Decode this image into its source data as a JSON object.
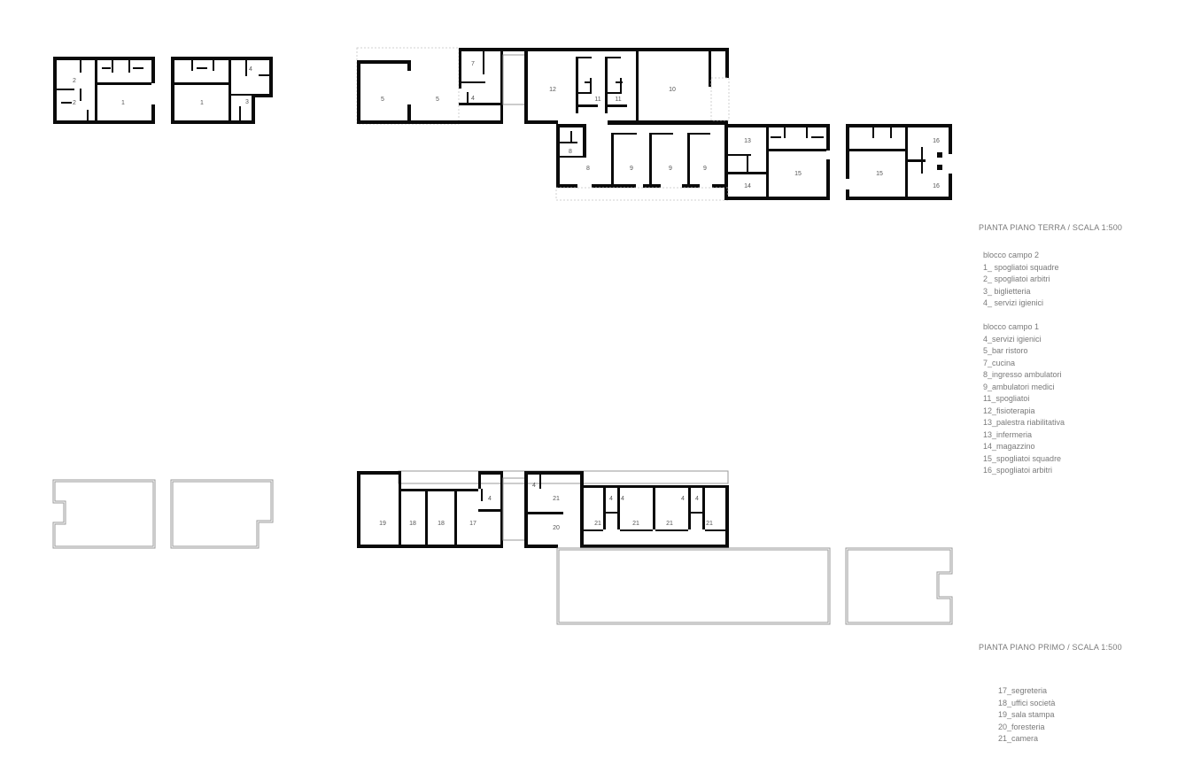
{
  "captions": {
    "ground": "PIANTA PIANO TERRA  /  SCALA 1:500",
    "first": "PIANTA PIANO PRIMO  /  SCALA 1:500"
  },
  "legend_ground": [
    {
      "title": "blocco campo 2",
      "items": [
        "1_ spogliatoi squadre",
        "2_ spogliatoi arbitri",
        "3_ biglietteria",
        "4_ servizi igienici"
      ]
    },
    {
      "title": "blocco campo 1",
      "items": [
        "4_servizi igienici",
        "5_bar ristoro",
        "7_cucina",
        "8_ingresso ambulatori",
        "9_ambulatori medici",
        "11_spogliatoi",
        "12_fisioterapia",
        "13_palestra riabilitativa",
        "13_infermeria",
        "14_magazzino",
        "15_spogliatoi squadre",
        "16_spogliatoi arbitri"
      ]
    }
  ],
  "legend_first": [
    "17_segreteria",
    "18_uffici società",
    "19_sala stampa",
    "20_foresteria",
    "21_camera"
  ],
  "room_numbers": {
    "b2_2a": "2",
    "b2_2b": "2",
    "b2_1a": "1",
    "b3_1": "1",
    "b3_4": "4",
    "b3_3": "3",
    "m5a": "5",
    "m5b": "5",
    "m7": "7",
    "m4": "4",
    "m12": "12",
    "m11a": "11",
    "m11b": "11",
    "m10": "10",
    "m8s": "8",
    "m8": "8",
    "m9a": "9",
    "m9b": "9",
    "m9c": "9",
    "m13": "13",
    "m14": "14",
    "m15": "15",
    "r15": "15",
    "r16a": "16",
    "r16b": "16",
    "f19": "19",
    "f18a": "18",
    "f18b": "18",
    "f17": "17",
    "f4a": "4",
    "f4b": "4",
    "f21a": "21",
    "f20": "20",
    "f4c": "4",
    "f4d": "4",
    "f4e": "4",
    "f4f": "4",
    "f21b": "21",
    "f21c": "21",
    "f21d": "21",
    "f21e": "21"
  }
}
